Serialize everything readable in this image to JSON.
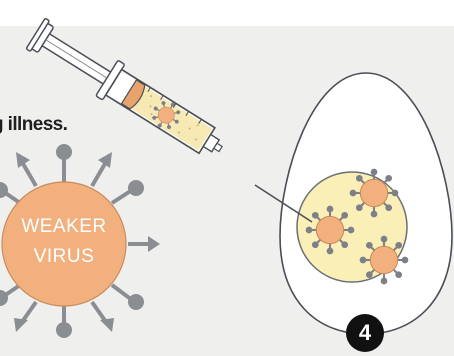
{
  "caption": "g illness.",
  "virus_label": [
    "WEAKER",
    "VIRUS"
  ],
  "step_number": "4",
  "colors": {
    "band": "#efefee",
    "virus_fill": "#f1b07e",
    "virus_spike": "#8a8d92",
    "egg_fill": "#ffffff",
    "yolk_fill": "#fbefb8",
    "syringe_fluid": "#f6e9b4",
    "plunger": "#e8a26c",
    "outline": "#555a60",
    "badge": "#111111"
  },
  "icons": {
    "syringe": "syringe-icon",
    "egg": "egg-icon",
    "virus": "virus-icon"
  }
}
